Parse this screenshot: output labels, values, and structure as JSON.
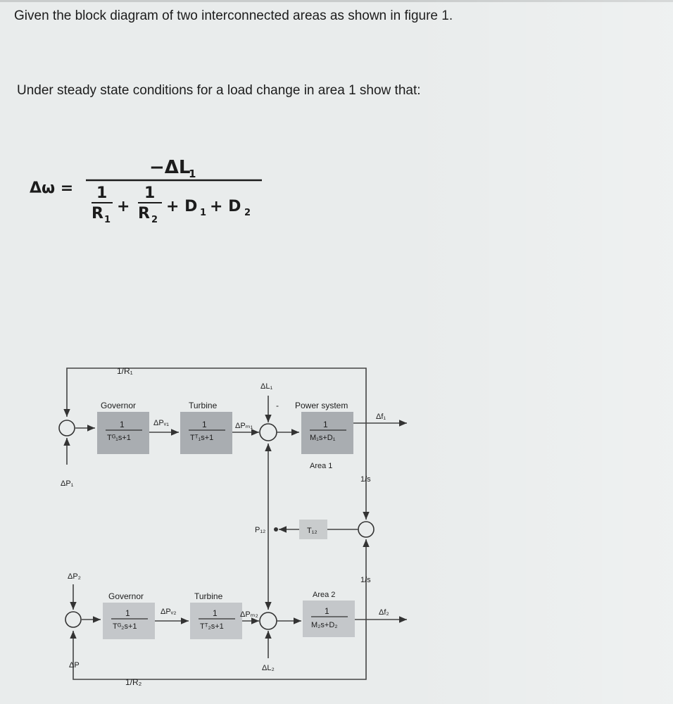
{
  "question": {
    "line1": "Given the block diagram of two interconnected areas as shown in figure 1.",
    "line2": "Under steady state conditions for a load change in area 1 show that:"
  },
  "equation": {
    "lhs": "Δω =",
    "numerator": "−ΔL",
    "numerator_sub": "1",
    "den_term1_num": "1",
    "den_term1_den": "R",
    "den_term1_sub": "1",
    "plus1": "+",
    "den_term2_num": "1",
    "den_term2_den": "R",
    "den_term2_sub": "2",
    "den_rest": "+ D",
    "d1_sub": "1",
    "plus3": "+ D",
    "d2_sub": "2"
  },
  "diagram": {
    "r1_label": "1/R₁",
    "r2_label": "1/R₂",
    "gov1_title": "Governor",
    "gov1_num": "1",
    "gov1_den": "Tᴳ₁s+1",
    "turb1_title": "Turbine",
    "turb1_num": "1",
    "turb1_den": "Tᵀ₁s+1",
    "ps_title": "Power system",
    "ps1_num": "1",
    "ps1_den": "M₁s+D₁",
    "area1": "Area 1",
    "area2": "Area 2",
    "gov2_title": "Governor",
    "gov2_num": "1",
    "gov2_den": "Tᴳ₂s+1",
    "turb2_title": "Turbine",
    "turb2_num": "1",
    "turb2_den": "Tᵀ₂s+1",
    "ps2_num": "1",
    "ps2_den": "M₂s+D₂",
    "int1": "1/s",
    "int2": "1/s",
    "t12": "T₁₂",
    "dL1": "ΔL₁",
    "dL2": "ΔL₂",
    "dPv1": "ΔPᵥ₁",
    "dPv2": "ΔPᵥ₂",
    "dPm1": "ΔPₘ₁",
    "dPm2": "ΔPₘ₂",
    "dP1": "ΔP₁",
    "dP2": "ΔP₂",
    "dPref": "ΔP",
    "dw1": "Δf₁",
    "dw2": "Δf₂",
    "p12": "P₁₂",
    "minus": "-",
    "plus": "+"
  }
}
